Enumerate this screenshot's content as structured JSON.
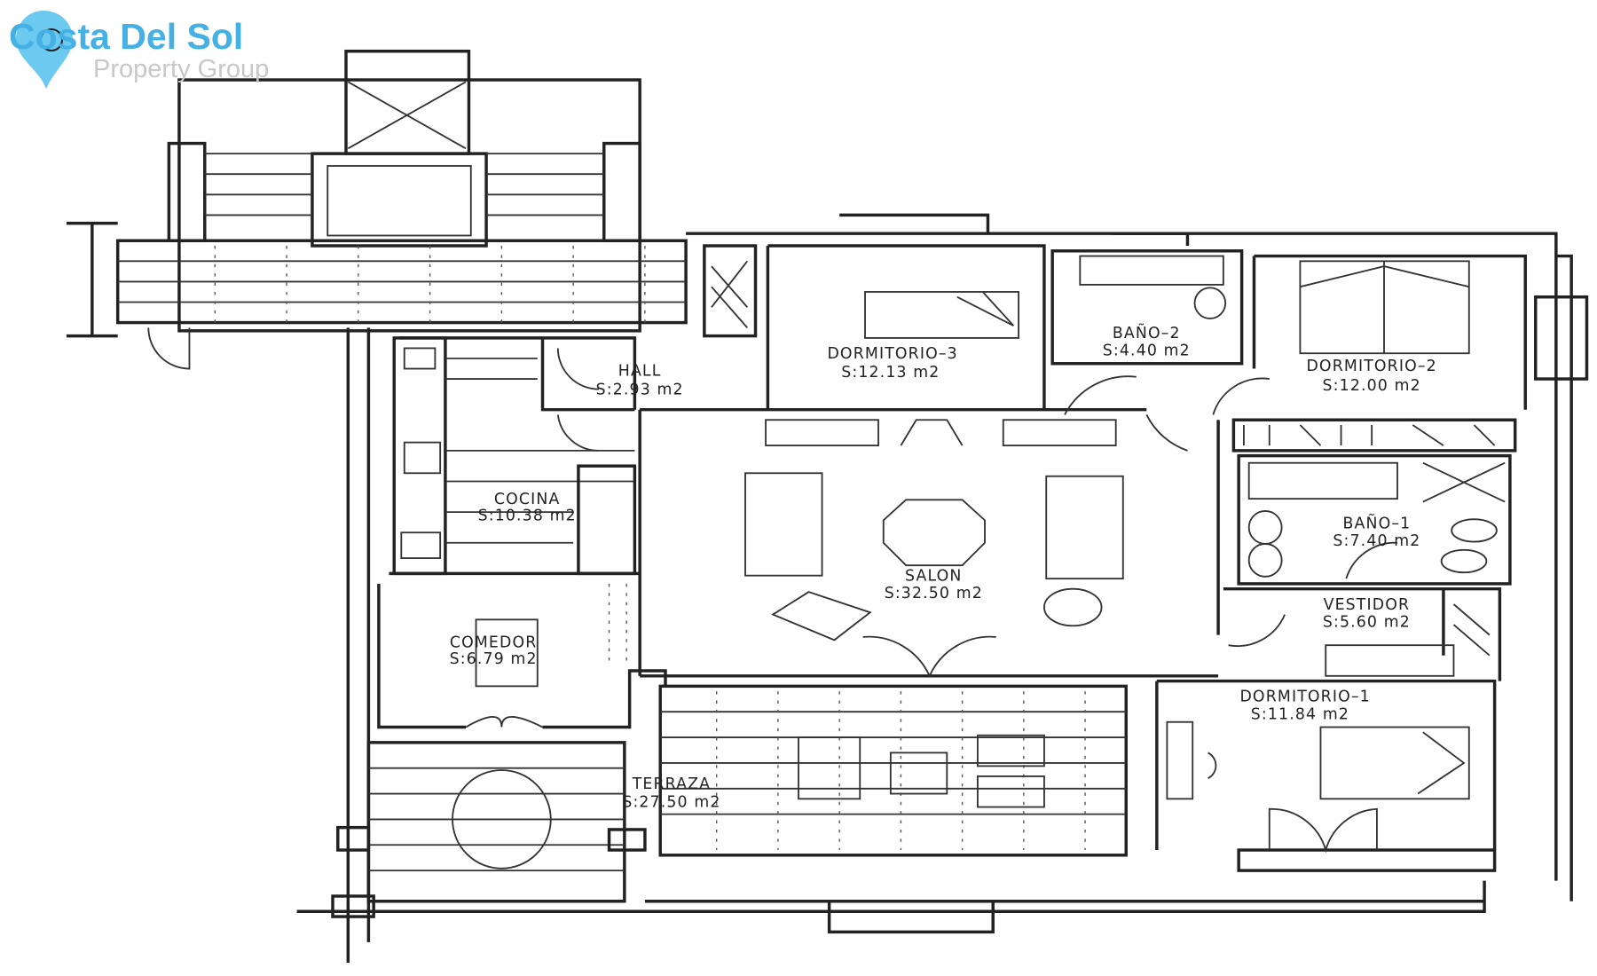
{
  "logo": {
    "title": "Costa Del Sol",
    "subtitle": "Property Group",
    "color": "#45b0e4",
    "icon": "map-pin-icon"
  },
  "rooms": [
    {
      "name": "HALL",
      "area": "S:2.93  m2"
    },
    {
      "name": "COCINA",
      "area": "S:10.38  m2"
    },
    {
      "name": "COMEDOR",
      "area": "S:6.79  m2"
    },
    {
      "name": "TERRAZA",
      "area": "S:27.50  m2"
    },
    {
      "name": "SALON",
      "area": "S:32.50  m2"
    },
    {
      "name": "DORMITORIO–3",
      "area": "S:12.13  m2"
    },
    {
      "name": "BAÑO–2",
      "area": "S:4.40  m2"
    },
    {
      "name": "DORMITORIO–2",
      "area": "S:12.00  m2"
    },
    {
      "name": "BAÑO–1",
      "area": "S:7.40  m2"
    },
    {
      "name": "VESTIDOR",
      "area": "S:5.60  m2"
    },
    {
      "name": "DORMITORIO–1",
      "area": "S:11.84  m2"
    }
  ]
}
